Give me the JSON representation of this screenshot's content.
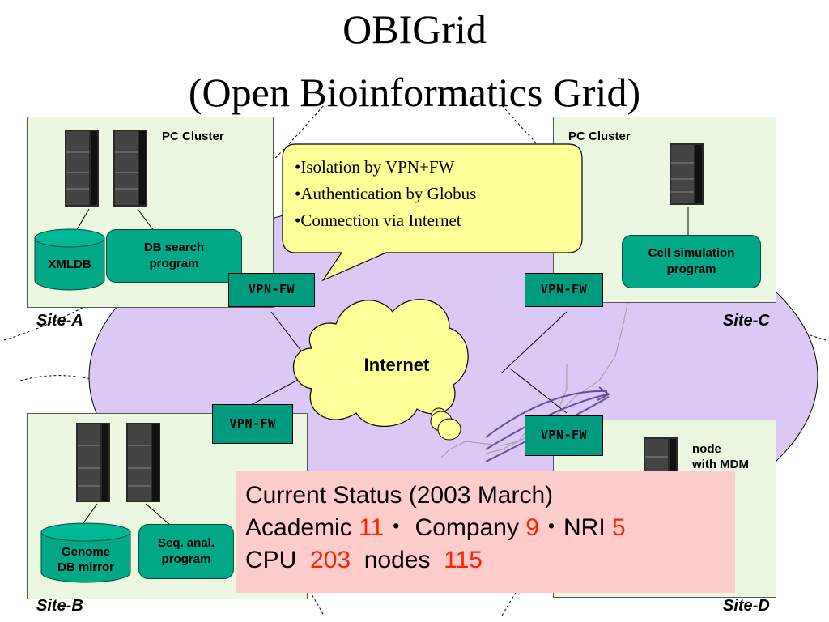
{
  "title": {
    "line1": "OBIGrid",
    "line2": "(Open Bioinformatics Grid)"
  },
  "callout": {
    "items": [
      "•Isolation by VPN+FW",
      "•Authentication by Globus",
      "•Connection via Internet"
    ]
  },
  "internet_label": "Internet",
  "vpn_label": "VPN-FW",
  "sites": {
    "a": {
      "label": "Site-A",
      "cluster_label": "PC Cluster",
      "db_label": "XMLDB",
      "program_label": [
        "DB search",
        "program"
      ]
    },
    "b": {
      "label": "Site-B",
      "db_label": [
        "Genome",
        "DB mirror"
      ],
      "program_label": [
        "Seq. anal.",
        "program"
      ]
    },
    "c": {
      "label": "Site-C",
      "cluster_label": "PC Cluster",
      "program_label": [
        "Cell simulation",
        "program"
      ]
    },
    "d": {
      "label": "Site-D",
      "node_label": [
        "node",
        "with MDM"
      ]
    }
  },
  "status": {
    "line1": "Current Status (2003 March)",
    "academic_label": "Academic ",
    "academic_value": "11",
    "sep": "・",
    "company_label": " Company ",
    "company_value": "9",
    "nri_label": "NRI ",
    "nri_value": "5",
    "cpu_label": "CPU  ",
    "cpu_value": "203",
    "nodes_label": "  nodes  ",
    "nodes_value": "115"
  },
  "colors": {
    "teal": "#009a7e",
    "program_green": "#00a888",
    "ellipse_purple": "#dcc8f5",
    "panel_green": "#ebf7e0",
    "callout_yellow": "#ffff99",
    "status_pink": "#ffcccc",
    "accent_red": "#ff2200"
  }
}
